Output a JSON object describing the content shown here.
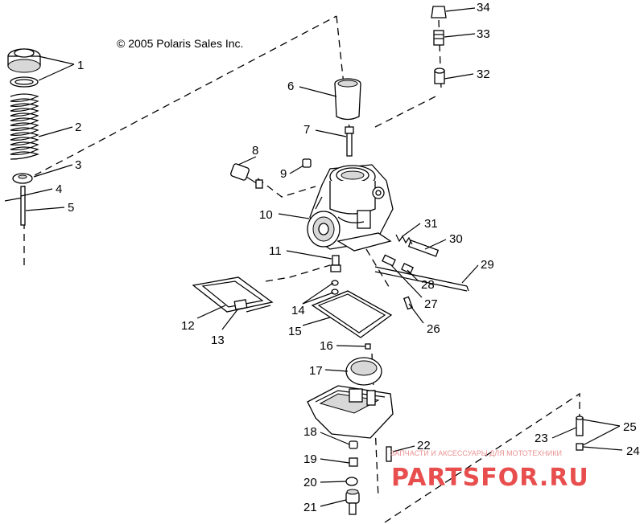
{
  "copyright": "© 2005 Polaris Sales Inc.",
  "callouts": [
    "1",
    "2",
    "3",
    "4",
    "5",
    "6",
    "7",
    "8",
    "9",
    "10",
    "11",
    "12",
    "13",
    "14",
    "15",
    "16",
    "17",
    "18",
    "19",
    "20",
    "21",
    "22",
    "23",
    "24",
    "25",
    "26",
    "27",
    "28",
    "29",
    "30",
    "31",
    "32",
    "33",
    "34"
  ],
  "watermark": {
    "tagline": "ЗАПЧАСТИ И АКСЕССУАРЫ ДЛЯ МОТОТЕХНИКИ",
    "brand": "PARTSFOR.RU"
  }
}
